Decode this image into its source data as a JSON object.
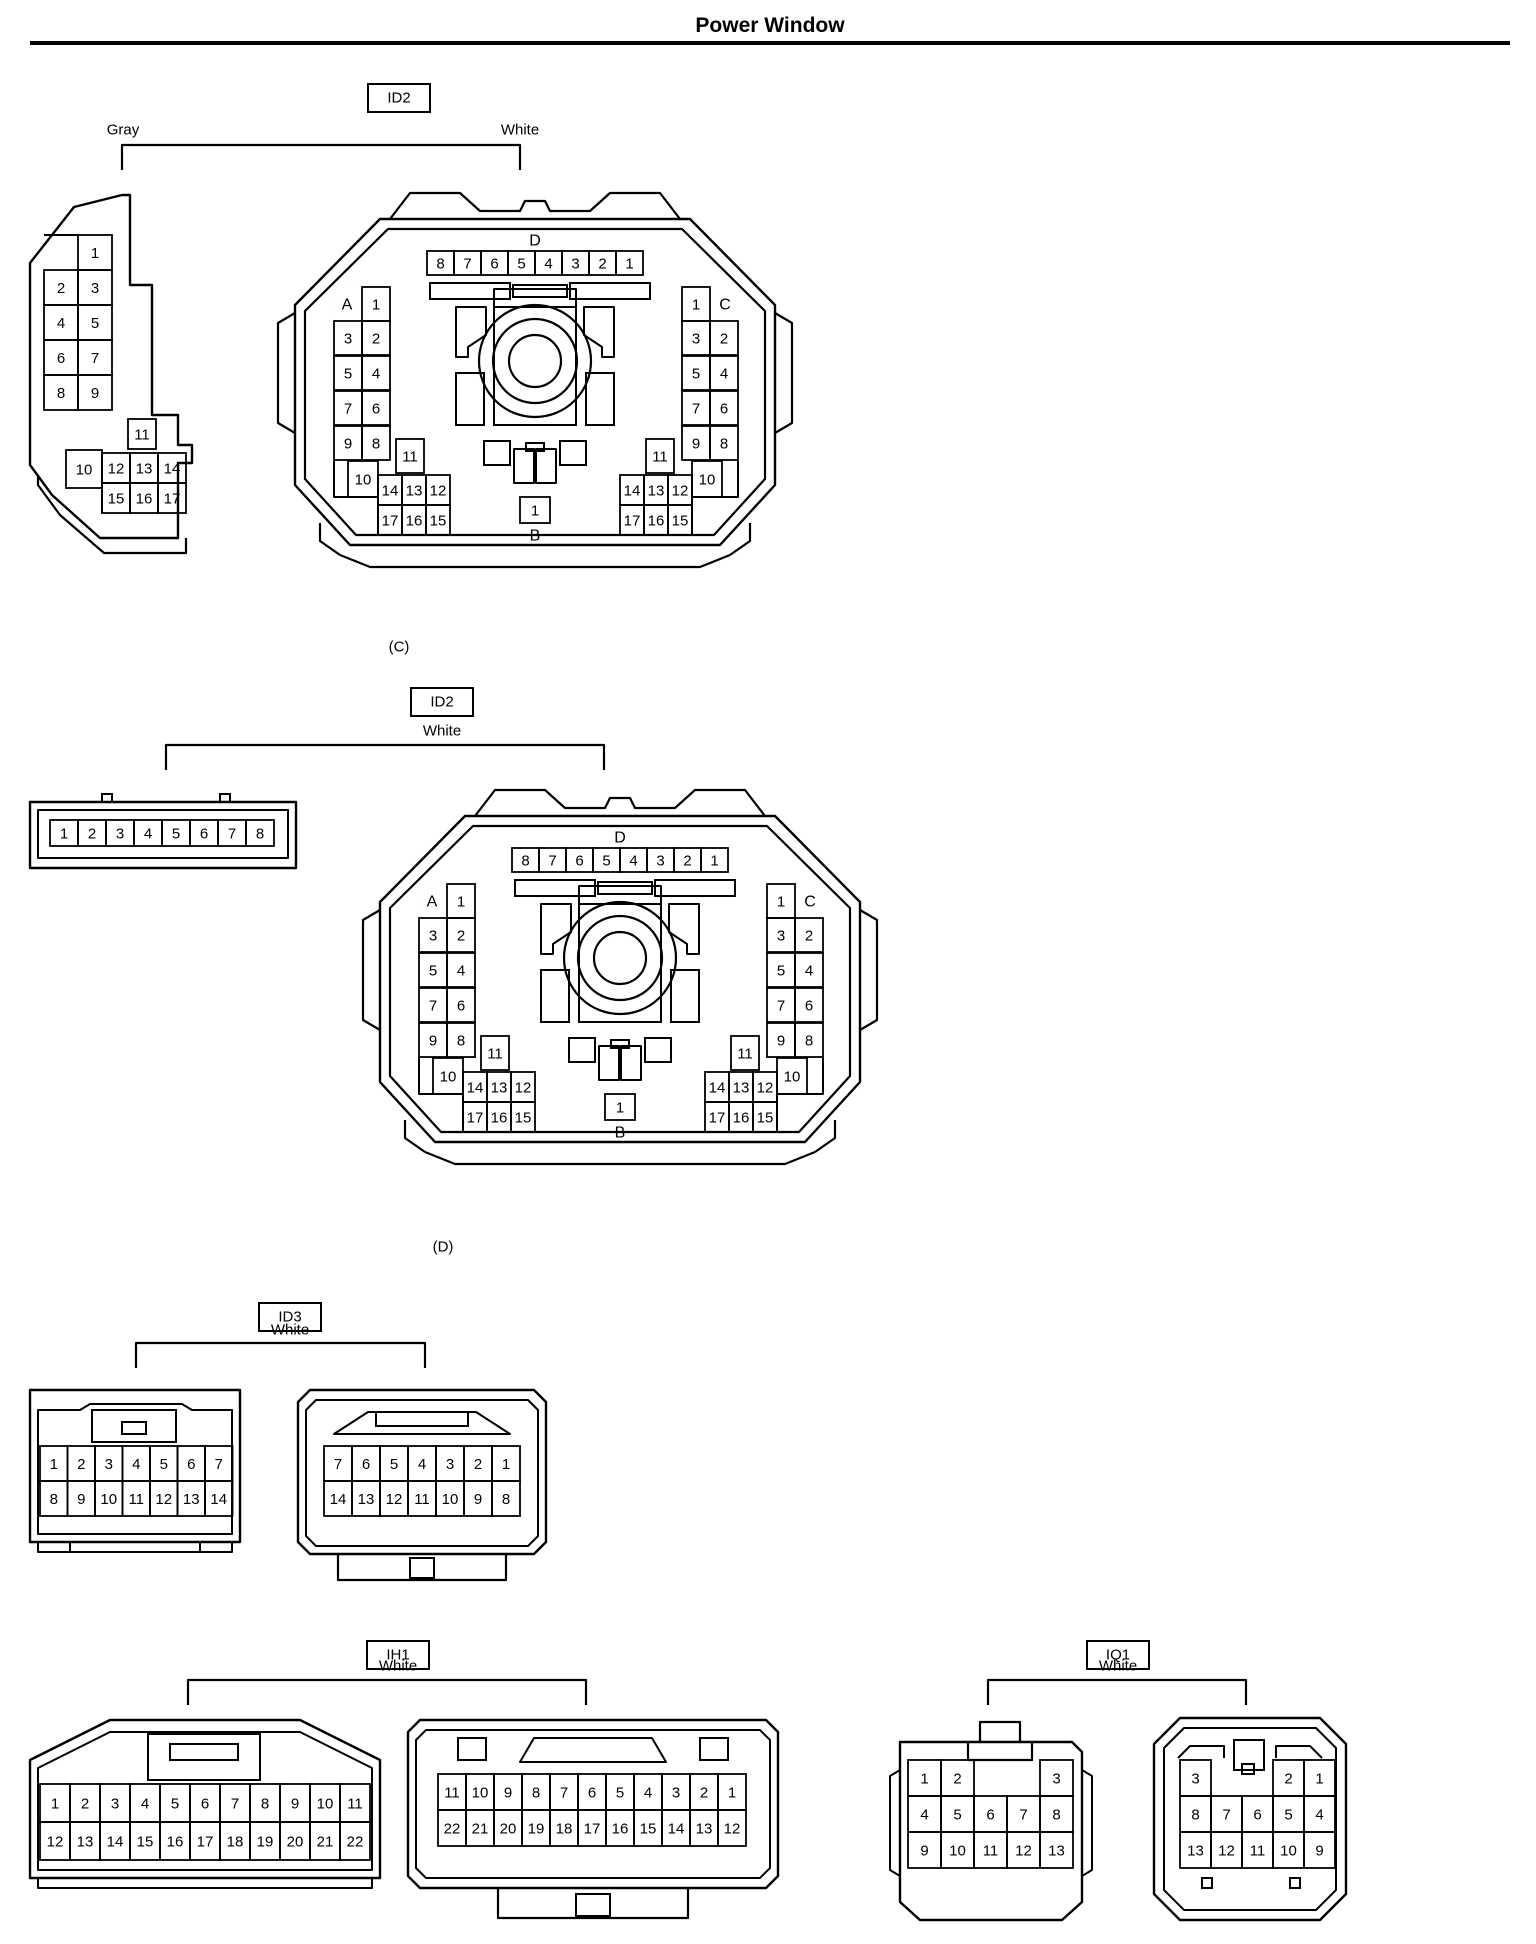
{
  "header": {
    "title": "Power Window"
  },
  "sections": [
    {
      "id": "c",
      "connector_id": "ID2",
      "caption": "(C)",
      "colors": [
        "Gray",
        "White"
      ],
      "views": [
        {
          "kind": "left-block",
          "pins": [
            "1",
            "2",
            "3",
            "4",
            "5",
            "6",
            "7",
            "8",
            "9",
            "10",
            "11",
            "12",
            "13",
            "14",
            "15",
            "16",
            "17"
          ]
        },
        {
          "kind": "octagon",
          "labels": {
            "A": "A",
            "B": "B",
            "C": "C",
            "D": "D"
          },
          "d_pins": [
            "8",
            "7",
            "6",
            "5",
            "4",
            "3",
            "2",
            "1"
          ],
          "a_pins": [
            "1",
            "2",
            "3",
            "4",
            "5",
            "6",
            "7",
            "8",
            "9",
            "10",
            "11",
            "12",
            "13",
            "14",
            "15",
            "16",
            "17"
          ],
          "c_pins": [
            "1",
            "2",
            "3",
            "4",
            "5",
            "6",
            "7",
            "8",
            "9",
            "10",
            "11",
            "12",
            "13",
            "14",
            "15",
            "16",
            "17"
          ],
          "b_pins": [
            "1"
          ]
        }
      ]
    },
    {
      "id": "d",
      "connector_id": "ID2",
      "caption": "(D)",
      "colors": [
        "White"
      ],
      "views": [
        {
          "kind": "strip-8",
          "pins": [
            "1",
            "2",
            "3",
            "4",
            "5",
            "6",
            "7",
            "8"
          ]
        },
        {
          "kind": "octagon",
          "labels": {
            "A": "A",
            "B": "B",
            "C": "C",
            "D": "D"
          },
          "d_pins": [
            "8",
            "7",
            "6",
            "5",
            "4",
            "3",
            "2",
            "1"
          ],
          "a_pins": [
            "1",
            "2",
            "3",
            "4",
            "5",
            "6",
            "7",
            "8",
            "9",
            "10",
            "11",
            "12",
            "13",
            "14",
            "15",
            "16",
            "17"
          ],
          "c_pins": [
            "1",
            "2",
            "3",
            "4",
            "5",
            "6",
            "7",
            "8",
            "9",
            "10",
            "11",
            "12",
            "13",
            "14",
            "15",
            "16",
            "17"
          ],
          "b_pins": [
            "1"
          ]
        }
      ]
    },
    {
      "id": "id3",
      "connector_id": "ID3",
      "colors": [
        "White"
      ],
      "views": [
        {
          "kind": "grid",
          "rows": [
            [
              "1",
              "2",
              "3",
              "4",
              "5",
              "6",
              "7"
            ],
            [
              "8",
              "9",
              "10",
              "11",
              "12",
              "13",
              "14"
            ]
          ]
        },
        {
          "kind": "grid",
          "rows": [
            [
              "7",
              "6",
              "5",
              "4",
              "3",
              "2",
              "1"
            ],
            [
              "14",
              "13",
              "12",
              "11",
              "10",
              "9",
              "8"
            ]
          ]
        }
      ]
    },
    {
      "id": "ih1",
      "connector_id": "IH1",
      "colors": [
        "White"
      ],
      "views": [
        {
          "kind": "grid",
          "rows": [
            [
              "1",
              "2",
              "3",
              "4",
              "5",
              "6",
              "7",
              "8",
              "9",
              "10",
              "11"
            ],
            [
              "12",
              "13",
              "14",
              "15",
              "16",
              "17",
              "18",
              "19",
              "20",
              "21",
              "22"
            ]
          ]
        },
        {
          "kind": "grid",
          "rows": [
            [
              "11",
              "10",
              "9",
              "8",
              "7",
              "6",
              "5",
              "4",
              "3",
              "2",
              "1"
            ],
            [
              "22",
              "21",
              "20",
              "19",
              "18",
              "17",
              "16",
              "15",
              "14",
              "13",
              "12"
            ]
          ]
        }
      ]
    },
    {
      "id": "iq1",
      "connector_id": "IQ1",
      "colors": [
        "White"
      ],
      "views": [
        {
          "kind": "grid",
          "rows": [
            [
              "1",
              "2",
              "3"
            ],
            [
              "4",
              "5",
              "6",
              "7",
              "8"
            ],
            [
              "9",
              "10",
              "11",
              "12",
              "13"
            ]
          ]
        },
        {
          "kind": "grid",
          "rows": [
            [
              "3",
              "2",
              "1"
            ],
            [
              "8",
              "7",
              "6",
              "5",
              "4"
            ],
            [
              "13",
              "12",
              "11",
              "10",
              "9"
            ]
          ]
        }
      ]
    }
  ]
}
